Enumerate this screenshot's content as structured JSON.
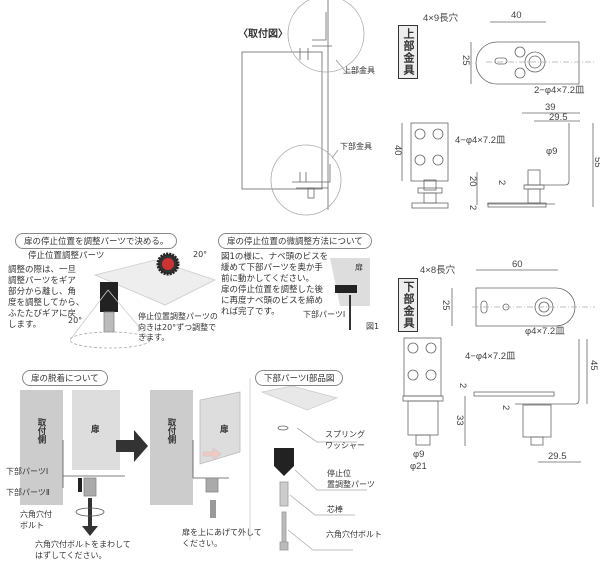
{
  "mounting_diagram": {
    "title": "〈取付図〉",
    "upper_label": "上部金具",
    "lower_label": "下部金具"
  },
  "upper_bracket": {
    "label": "上部金具",
    "slot": "4×9長穴",
    "width": "40",
    "height": "25",
    "holes": "2−φ4×7.2皿",
    "front_height": "40",
    "front_holes": "4−φ4×7.2皿",
    "dim_39": "39",
    "dim_29_5": "29.5",
    "pin_dia": "φ9",
    "dim_55": "55",
    "dim_20": "20",
    "dim_2a": "2",
    "dim_2b": "2"
  },
  "lower_bracket": {
    "label": "下部金具",
    "slot": "4×8長穴",
    "width": "60",
    "height": "25",
    "hole": "φ4×7.2皿",
    "front_holes": "4−φ4×7.2皿",
    "dim_45": "45",
    "dim_2a": "2",
    "dim_2b": "2",
    "dim_33": "33",
    "pin_dia": "φ9",
    "outer_dia": "φ21",
    "dim_29_5": "29.5"
  },
  "stop_position": {
    "heading": "扉の停止位置を調整パーツで決める。",
    "part_label": "停止位置調整パーツ",
    "instruction": "調整の際は、一旦\n調整パーツをギア\n部分から離し、角\n度を調整してから、\nふたたびギアに戻\nします。",
    "angle_a": "20°",
    "angle_b": "20°",
    "note": "停止位置調整パーツの\n向きは20°ずつ調整で\nきます。"
  },
  "fine_adjust": {
    "heading": "扉の停止位置の微調整方法について",
    "text": "図1の様に、ナベ頭のビスを\n緩めて下部パーツを奥か手\n前に動かしてください。\n扉の停止位置を調整した後\nに再度ナベ頭のビスを締め\nれば完了です。",
    "door_label": "扉",
    "part_label": "下部パーツⅠ",
    "figure_label": "図1"
  },
  "removal": {
    "heading": "扉の脱着について",
    "mount_side": "取付側",
    "door": "扉",
    "part1": "下部パーツⅠ",
    "part2": "下部パーツⅡ",
    "bolt": "六角穴付\nボルト",
    "step1": "六角穴付ボルトをまわして\nはずしてください。",
    "mount_side2": "取付側",
    "door2": "扉",
    "step2": "扉を上にあげて外して\nください。"
  },
  "parts": {
    "heading": "下部パーツⅠ部品図",
    "washer": "スプリング\nワッシャー",
    "stopper": "停止位\n置調整パーツ",
    "core": "芯棒",
    "bolt": "六角穴付ボルト"
  }
}
